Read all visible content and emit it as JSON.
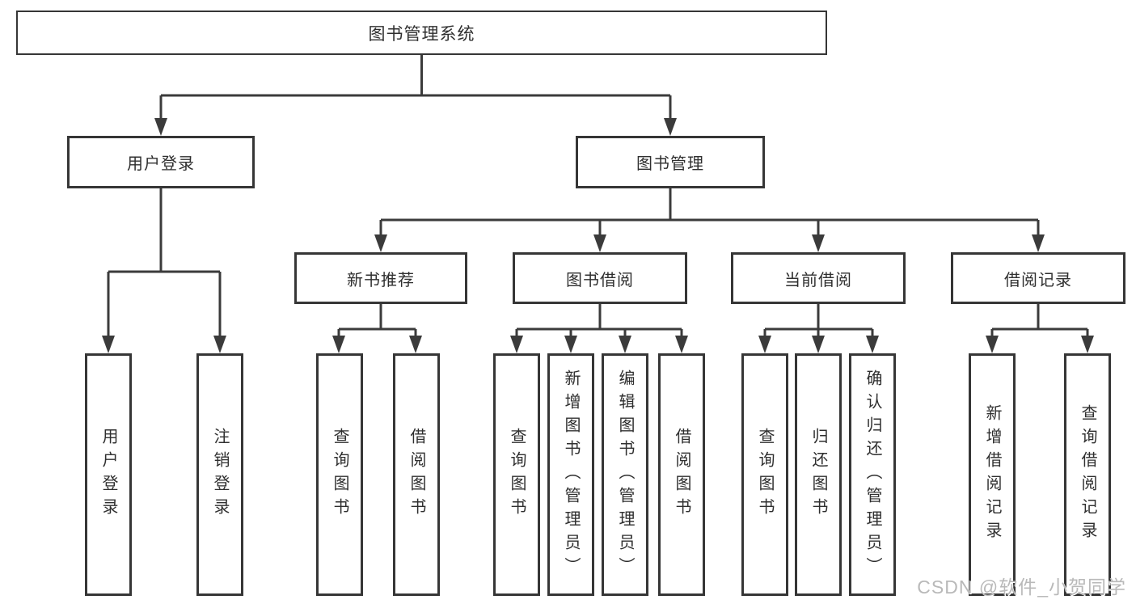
{
  "diagram": {
    "root": {
      "label": "图书管理系统"
    },
    "level2": [
      {
        "label": "用户登录"
      },
      {
        "label": "图书管理"
      }
    ],
    "level3": [
      {
        "label": "新书推荐"
      },
      {
        "label": "图书借阅"
      },
      {
        "label": "当前借阅"
      },
      {
        "label": "借阅记录"
      }
    ],
    "leaves": [
      {
        "label": "用户登录"
      },
      {
        "label": "注销登录"
      },
      {
        "label": "查询图书"
      },
      {
        "label": "借阅图书"
      },
      {
        "label": "查询图书"
      },
      {
        "label": "新增图书（管理员）"
      },
      {
        "label": "编辑图书（管理员）"
      },
      {
        "label": "借阅图书"
      },
      {
        "label": "查询图书"
      },
      {
        "label": "归还图书"
      },
      {
        "label": "确认归还（管理员）"
      },
      {
        "label": "新增借阅记录"
      },
      {
        "label": "查询借阅记录"
      }
    ]
  },
  "watermark": {
    "text": "CSDN @软件_小贺同学"
  },
  "colors": {
    "line": "#3b3b3b",
    "border": "#363636",
    "text": "#2f2f2f",
    "background": "#ffffff",
    "watermark": "#b9b9b9"
  }
}
